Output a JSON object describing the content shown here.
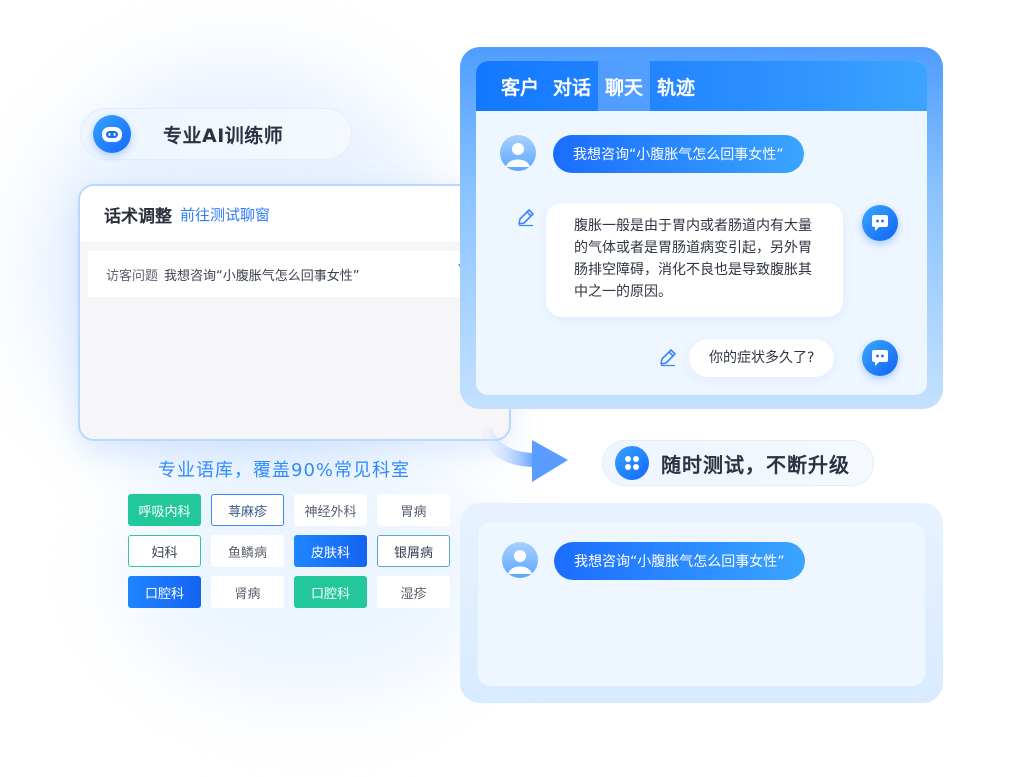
{
  "trainer": {
    "label": "专业AI训练师"
  },
  "script_panel": {
    "title": "话术调整",
    "link": "前往测试聊窗",
    "question_label": "访客问题",
    "question_value": "我想咨询“小腹胀气怎么回事女性”"
  },
  "corpus": {
    "title": "专业语库，覆盖90%常见科室",
    "tags": [
      {
        "label": "呼吸内科",
        "style": "solid-green"
      },
      {
        "label": "荨麻疹",
        "style": "outline-blue"
      },
      {
        "label": "神经外科",
        "style": "plain"
      },
      {
        "label": "胃病",
        "style": "plain"
      },
      {
        "label": "妇科",
        "style": "outline-green"
      },
      {
        "label": "鱼鳞病",
        "style": "plain"
      },
      {
        "label": "皮肤科",
        "style": "solid-blue"
      },
      {
        "label": "银屑病",
        "style": "outline-teal"
      },
      {
        "label": "口腔科",
        "style": "solid-blue"
      },
      {
        "label": "肾病",
        "style": "plain"
      },
      {
        "label": "口腔科",
        "style": "solid-green"
      },
      {
        "label": "湿疹",
        "style": "plain"
      }
    ]
  },
  "chat": {
    "tabs": [
      {
        "label": "客户",
        "active": false
      },
      {
        "label": "对话",
        "active": false
      },
      {
        "label": "聊天",
        "active": true
      },
      {
        "label": "轨迹",
        "active": false
      }
    ],
    "user_message": "我想咨询“小腹胀气怎么回事女性”",
    "bot_reply_lines": [
      "腹胀一般是由于胃内或者肠道内有大量",
      "的气体或者是胃肠道病变引起，另外胃",
      "肠排空障碍，消化不良也是导致腹胀其",
      "中之一的原因。"
    ],
    "bot_question": "你的症状多久了?"
  },
  "upgrade": {
    "label": "随时测试，不断升级"
  },
  "test_panel": {
    "user_message": "我想咨询“小腹胀气怎么回事女性”"
  },
  "colors": {
    "accent": "#1f7bff",
    "green": "#22c79a",
    "light_bg": "#eef6ff"
  }
}
